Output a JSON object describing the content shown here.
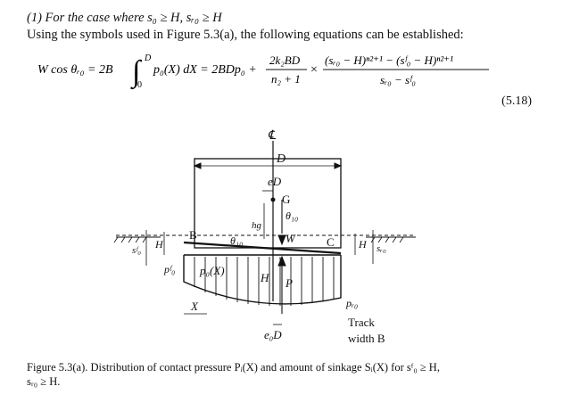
{
  "section": {
    "label": "(1)  For the case where s₀ ≥ H, sᵣ₀ ≥ H",
    "intro": "Using the symbols used in Figure 5.3(a), the following equations can be established:"
  },
  "equation": {
    "lhs": "W cos θᵣ₀ = 2B",
    "integral_upper": "D",
    "integral_lower": "0",
    "integrand": "p₀(X) dX = 2BDp₀ +",
    "frac1_num": "2k₂BD",
    "frac1_den": "n₂ + 1",
    "times": "×",
    "frac2_num": "(sᵣ₀ − H)ⁿ²⁺¹ − (sᶠ₀ − H)ⁿ²⁺¹",
    "frac2_den": "sᵣ₀ − sᶠ₀",
    "number": "(5.18)"
  },
  "figure": {
    "labels": {
      "centerline": "℄",
      "D": "D",
      "eD": "eD",
      "G": "G",
      "theta10_right": "θ₁₀",
      "h_g": "hɡ",
      "B": "B",
      "theta10_left": "θ₁₀",
      "W": "W",
      "C": "C",
      "H_left": "H",
      "H_right": "H",
      "sfo": "sᶠ₀",
      "sro": "sᵣ₀",
      "pfo": "pᶠ₀",
      "p0X": "p₀(X)",
      "H_center": "H",
      "P": "P",
      "X": "X",
      "pro": "pᵣ₀",
      "e0D": "e₀D",
      "track1": "Track",
      "track2": "width B"
    }
  },
  "caption": {
    "text1": "Figure 5.3(a).  Distribution of contact pressure Pᵢ(X) and amount of sinkage Sᵢ(X) for sᶠ₀ ≥ H,",
    "text2": "sᵣ₀ ≥ H."
  }
}
